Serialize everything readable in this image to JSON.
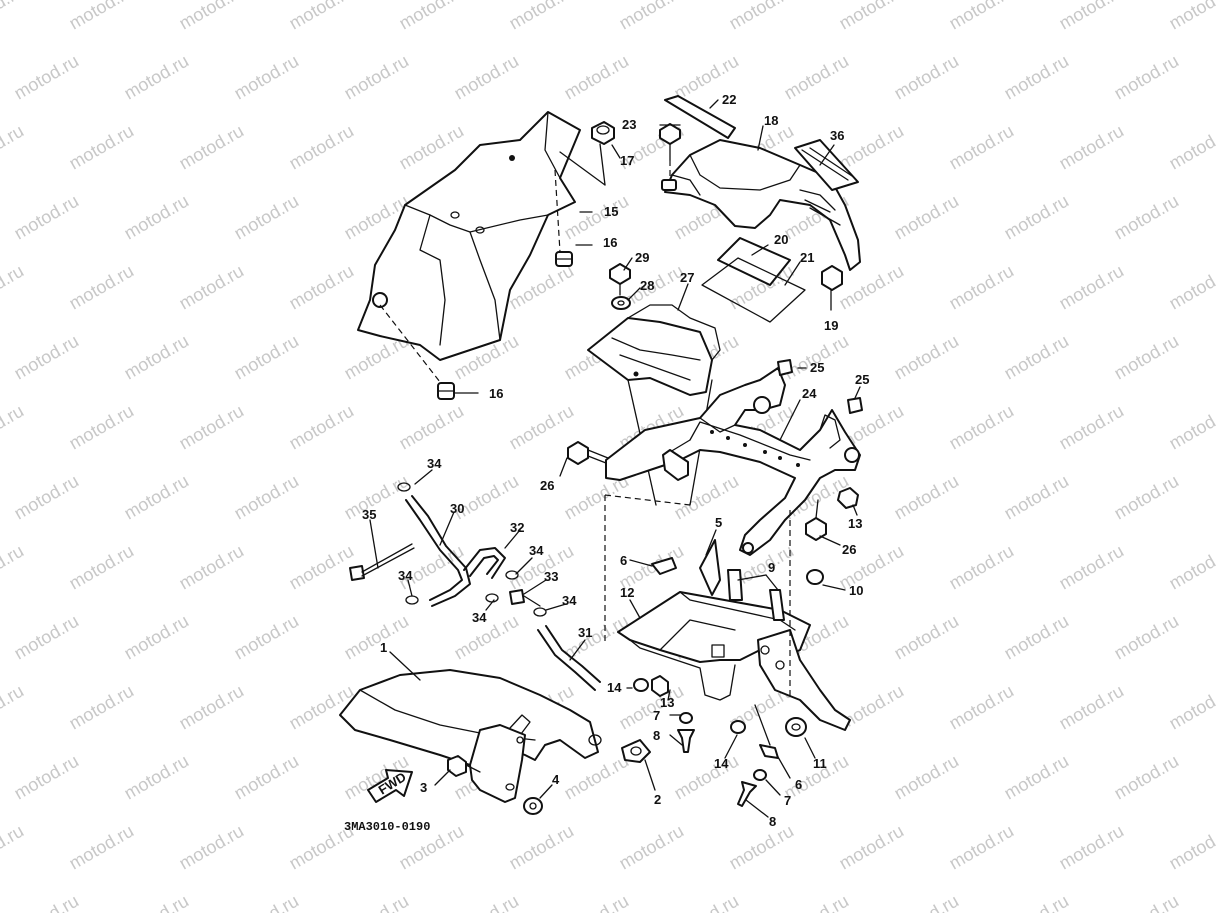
{
  "watermark": {
    "text": "motod.ru"
  },
  "diagram": {
    "code": "3MA3010-0190",
    "fwd_label": "FWD",
    "callouts": [
      {
        "id": "c1",
        "label": "1"
      },
      {
        "id": "c2",
        "label": "2"
      },
      {
        "id": "c3",
        "label": "3"
      },
      {
        "id": "c4",
        "label": "4"
      },
      {
        "id": "c5",
        "label": "5"
      },
      {
        "id": "c6a",
        "label": "6"
      },
      {
        "id": "c6b",
        "label": "6"
      },
      {
        "id": "c7a",
        "label": "7"
      },
      {
        "id": "c7b",
        "label": "7"
      },
      {
        "id": "c8a",
        "label": "8"
      },
      {
        "id": "c8b",
        "label": "8"
      },
      {
        "id": "c9",
        "label": "9"
      },
      {
        "id": "c10",
        "label": "10"
      },
      {
        "id": "c11",
        "label": "11"
      },
      {
        "id": "c12",
        "label": "12"
      },
      {
        "id": "c13a",
        "label": "13"
      },
      {
        "id": "c13b",
        "label": "13"
      },
      {
        "id": "c14a",
        "label": "14"
      },
      {
        "id": "c14b",
        "label": "14"
      },
      {
        "id": "c15",
        "label": "15"
      },
      {
        "id": "c16a",
        "label": "16"
      },
      {
        "id": "c16b",
        "label": "16"
      },
      {
        "id": "c17",
        "label": "17"
      },
      {
        "id": "c18",
        "label": "18"
      },
      {
        "id": "c19",
        "label": "19"
      },
      {
        "id": "c20",
        "label": "20"
      },
      {
        "id": "c21",
        "label": "21"
      },
      {
        "id": "c22",
        "label": "22"
      },
      {
        "id": "c23",
        "label": "23"
      },
      {
        "id": "c24",
        "label": "24"
      },
      {
        "id": "c25a",
        "label": "25"
      },
      {
        "id": "c25b",
        "label": "25"
      },
      {
        "id": "c26a",
        "label": "26"
      },
      {
        "id": "c26b",
        "label": "26"
      },
      {
        "id": "c27",
        "label": "27"
      },
      {
        "id": "c28",
        "label": "28"
      },
      {
        "id": "c29",
        "label": "29"
      },
      {
        "id": "c30",
        "label": "30"
      },
      {
        "id": "c31",
        "label": "31"
      },
      {
        "id": "c32",
        "label": "32"
      },
      {
        "id": "c33",
        "label": "33"
      },
      {
        "id": "c34a",
        "label": "34"
      },
      {
        "id": "c34b",
        "label": "34"
      },
      {
        "id": "c34c",
        "label": "34"
      },
      {
        "id": "c34d",
        "label": "34"
      },
      {
        "id": "c34e",
        "label": "34"
      },
      {
        "id": "c35",
        "label": "35"
      },
      {
        "id": "c36",
        "label": "36"
      }
    ]
  }
}
